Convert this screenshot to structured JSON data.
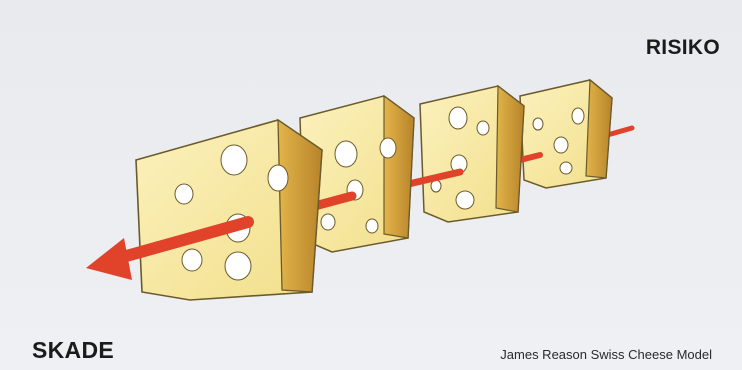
{
  "labels": {
    "risk": "RISIKO",
    "harm": "SKADE",
    "caption": "James Reason Swiss Cheese Model"
  },
  "colors": {
    "background": "#eceef0",
    "cheese_face": "#f7e9a6",
    "cheese_side": "#d6a93a",
    "cheese_rind": "#b07a1d",
    "arrow": "#e0422a",
    "text": "#1b1b1b"
  },
  "diagram": {
    "slice_count": 4
  }
}
